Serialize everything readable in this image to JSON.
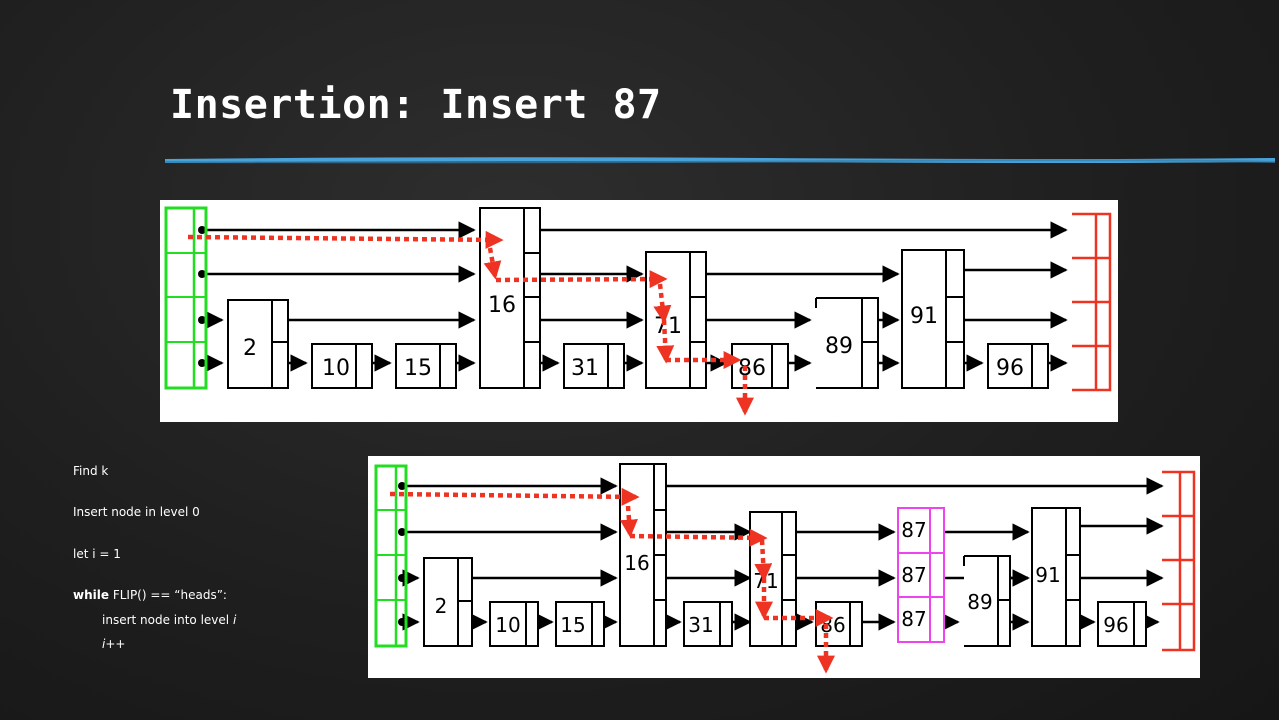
{
  "slide": {
    "title": "Insertion: Insert 87"
  },
  "pseudocode": {
    "line1": "Find k",
    "line2": "Insert node in level 0",
    "line3": "let i = 1",
    "line4_keyword": "while",
    "line4_rest": " FLIP() == “heads”:",
    "line5_prefix": "insert node into level ",
    "line5_var": "i",
    "line6": "i++"
  },
  "diagram_before": {
    "nodes": [
      "2",
      "10",
      "15",
      "16",
      "31",
      "71",
      "86",
      "89",
      "91",
      "96"
    ]
  },
  "diagram_after": {
    "nodes": [
      "2",
      "10",
      "15",
      "16",
      "31",
      "71",
      "86",
      "89",
      "91",
      "96"
    ],
    "inserted_label": "87"
  },
  "colors": {
    "head_sentinel": "#22dd22",
    "tail_sentinel": "#ee3322",
    "search_path": "#ee3322",
    "inserted_node": "#ee44ee",
    "title_underline": "#4aa3d8"
  }
}
